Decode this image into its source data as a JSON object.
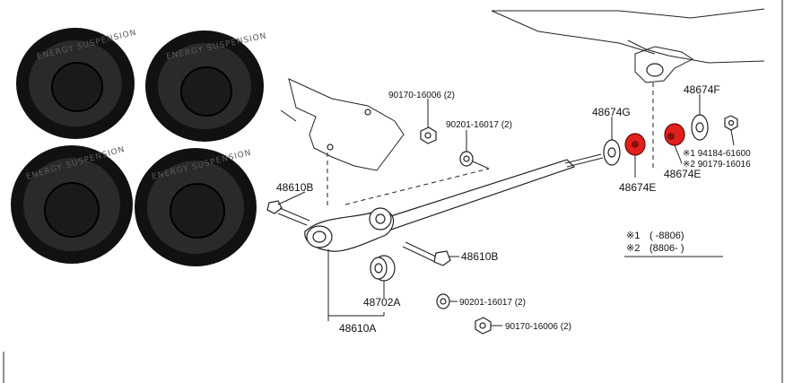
{
  "photo": {
    "bushing_text": [
      "ENERGY SUSPENSION",
      "ENERGY SUSPENSION",
      "ENERGY SUSPENSION",
      "ENERGY SUSPENSION"
    ]
  },
  "labels": {
    "nut_top": "90170-16006 (2)",
    "washer_top": "90201-16017 (2)",
    "bolt_left": "48610B",
    "bolt_right": "48610B",
    "bushing_lower": "48702A",
    "washer_bottom": "90201-16017 (2)",
    "nut_bottom": "90170-16006 (2)",
    "arm": "48610A",
    "retainer_g": "48674G",
    "retainer_f": "48674F",
    "bushing_e_left": "48674E",
    "bushing_e_right": "48674E",
    "nut_note_1": "※1 94184-61600",
    "nut_note_2": "※2 90179-16016"
  },
  "legend": {
    "row1_mark": "※1",
    "row1_range": "(        -8806)",
    "row2_mark": "※2",
    "row2_range": "(8806-        )"
  },
  "colors": {
    "highlight": "#e0201c",
    "bushing": "#111111"
  }
}
